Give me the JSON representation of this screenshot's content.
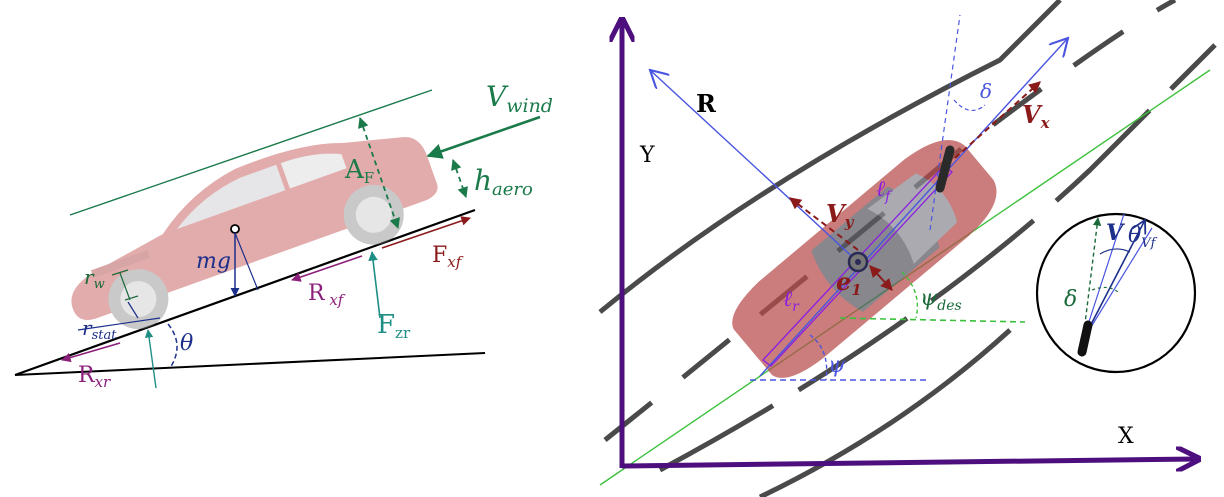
{
  "colors": {
    "black": "#000000",
    "green": "#1a7a4a",
    "teal": "#1f8f86",
    "purple": "#8b1f7a",
    "maroon": "#8b1a1a",
    "navy": "#1c2f8a",
    "blue": "#4a55e0",
    "axis_purple": "#4e0f7e",
    "lane_green": "#3cc13c",
    "road_gray": "#4a4a4a",
    "car_red": "#c24a4a"
  },
  "left": {
    "label_vwind_main": "V",
    "label_vwind_sub": "wind",
    "label_af_main": "A",
    "label_af_sub": "F",
    "label_haero_main": "h",
    "label_haero_sub": "aero",
    "label_fxf_main": "F",
    "label_fxf_sub": "xf",
    "label_rxf_main": "R",
    "label_rxf_sub": " xf",
    "label_fzr_main": "F",
    "label_fzr_sub": "zr",
    "label_mg": "mg",
    "label_rw_main": "r",
    "label_rw_sub": "w",
    "label_rstat_main": "r",
    "label_rstat_sub": "stat",
    "label_theta": "θ",
    "label_rxr_main": "R",
    "label_rxr_sub": "xr",
    "icons": [
      "car-side-image",
      "center-of-mass-icon"
    ]
  },
  "right": {
    "label_y_axis": "Y",
    "label_x_axis": "X",
    "label_r": "R",
    "label_vx_main": "V",
    "label_vx_sub": "x",
    "label_vy_main": "V",
    "label_vy_sub": "y",
    "label_lf_main": "ℓ",
    "label_lf_sub": "f",
    "label_lr_main": "ℓ",
    "label_lr_sub": "r",
    "label_delta": "δ",
    "label_e1_main": "e",
    "label_e1_sub": "1",
    "label_psides_main": "ψ",
    "label_psides_sub": "des",
    "label_psi": "ψ",
    "inset": {
      "label_v": "V",
      "label_theta_main": "θ",
      "label_theta_sub": "Vf",
      "label_delta": "δ"
    },
    "icons": [
      "car-top-image",
      "front-wheel-icon",
      "cg-marker-icon",
      "tire-detail-inset"
    ]
  }
}
